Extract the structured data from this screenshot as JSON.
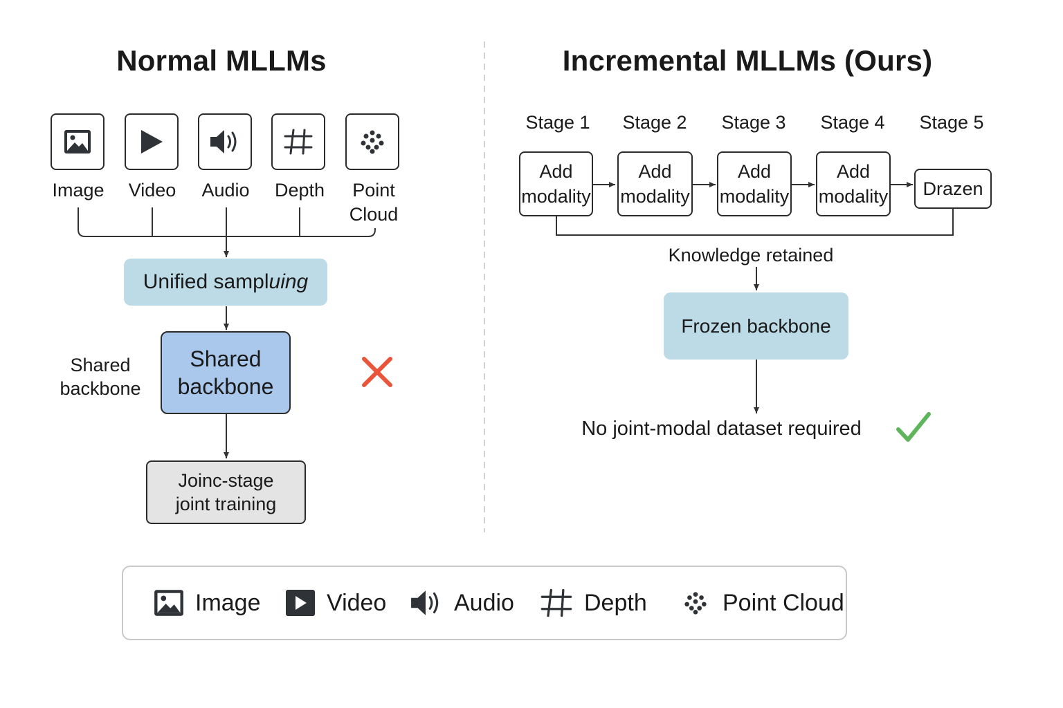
{
  "left": {
    "title": "Normal MLLMs",
    "modalities": [
      {
        "label": "Image",
        "icon": "image-icon"
      },
      {
        "label": "Video",
        "icon": "play-icon"
      },
      {
        "label": "Audio",
        "icon": "speaker-icon"
      },
      {
        "label": "Depth",
        "icon": "depth-grid-icon"
      },
      {
        "label": "Point Cloud",
        "line1": "Point",
        "line2": "Cloud",
        "icon": "point-cloud-icon"
      }
    ],
    "sampling_box": {
      "text_plain": "Unified sampl",
      "text_italic": "uing"
    },
    "backbone_side_label": {
      "line1": "Shared",
      "line2": "backbone"
    },
    "backbone_box": {
      "line1": "Shared",
      "line2": "backbone"
    },
    "training_box": {
      "line1": "Joinc-stage",
      "line2": "joint training"
    },
    "status_icon": "red-x-icon"
  },
  "right": {
    "title": "Incremental MLLMs (Ours)",
    "stages": [
      {
        "label": "Stage 1",
        "line1": "Add",
        "line2": "modality"
      },
      {
        "label": "Stage 2",
        "line1": "Add",
        "line2": "modality"
      },
      {
        "label": "Stage 3",
        "line1": "Add",
        "line2": "modality"
      },
      {
        "label": "Stage 4",
        "line1": "Add",
        "line2": "modality"
      },
      {
        "label": "Stage 5",
        "line1": "Drazen"
      }
    ],
    "knowledge_label": "Knowledge retained",
    "frozen_box": "Frozen backbone",
    "bottom_text": "No joint-modal dataset required",
    "status_icon": "green-check-icon"
  },
  "legend": [
    {
      "label": "Image",
      "icon": "image-icon"
    },
    {
      "label": "Video",
      "icon": "play-icon"
    },
    {
      "label": "Audio",
      "icon": "speaker-icon"
    },
    {
      "label": "Depth",
      "icon": "depth-grid-icon"
    },
    {
      "label": "Point Cloud",
      "icon": "point-cloud-icon"
    }
  ],
  "colors": {
    "light_blue_box": "#bcdbe6",
    "backbone_blue": "#a9c8ec",
    "training_gray": "#e4e4e4",
    "cross_red": "#e9553a",
    "check_green": "#5fb55b",
    "dark_icon": "#2f3236"
  }
}
